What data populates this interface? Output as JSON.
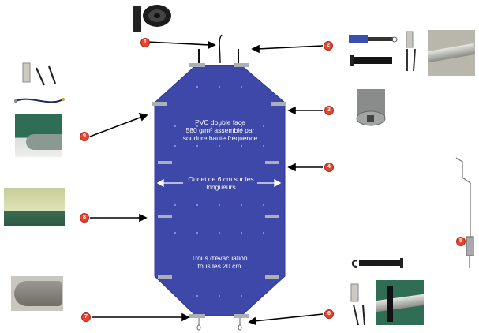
{
  "cover": {
    "color": "#3d48a8",
    "text_material": "PVC double face\n580 g/m² assemblé par\nsoudure haute fréquence",
    "text_hem": "Ourlet de 6 cm sur les\nlongueurs",
    "text_drain": "Trous d'évacuation\ntous les 20 cm"
  },
  "callouts": [
    "1",
    "2",
    "3",
    "4",
    "5",
    "6",
    "7",
    "8",
    "9"
  ],
  "colors": {
    "badge": "#e8432e",
    "accent_strap": "#9aa3ab",
    "frame": "#2f6e55"
  }
}
